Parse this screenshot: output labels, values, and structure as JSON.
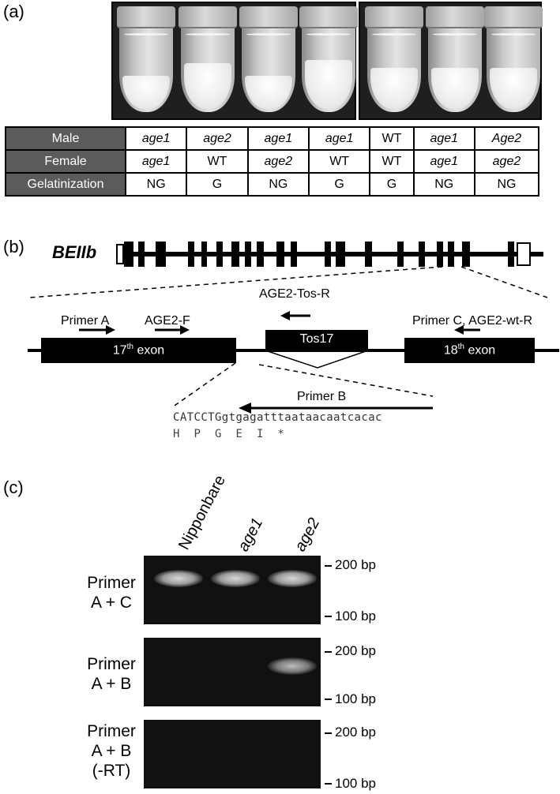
{
  "panels": {
    "a": "(a)",
    "b": "(b)",
    "c": "(c)"
  },
  "cross_table": {
    "rows": [
      {
        "header": "Male",
        "cells": [
          "age1",
          "age2",
          "age1",
          "age1",
          "WT",
          "age1",
          "Age2"
        ],
        "italic": [
          true,
          true,
          true,
          true,
          false,
          true,
          true
        ]
      },
      {
        "header": "Female",
        "cells": [
          "age1",
          "WT",
          "age2",
          "WT",
          "WT",
          "age1",
          "age2"
        ],
        "italic": [
          true,
          false,
          true,
          false,
          false,
          true,
          true
        ]
      },
      {
        "header": "Gelatinization",
        "cells": [
          "NG",
          "G",
          "NG",
          "G",
          "G",
          "NG",
          "NG"
        ],
        "italic": [
          false,
          false,
          false,
          false,
          false,
          false,
          false
        ]
      }
    ]
  },
  "tubes": {
    "levels": [
      0.42,
      0.58,
      0.42,
      0.62,
      0.52,
      0.52,
      0.52
    ]
  },
  "gene_diagram": {
    "gene_name": "BEIIb",
    "primer_a": "Primer A",
    "age2_f": "AGE2-F",
    "age2_tos_r": "AGE2-Tos-R",
    "tos17": "Tos17",
    "primer_c": "Primer C, AGE2-wt-R",
    "exon17": "17",
    "exon18": "18",
    "exon_sup": "th",
    "exon_word": " exon",
    "primer_b": "Primer B",
    "sequence": "CATCCTGgtgagatttaataacaatcacac",
    "translation": "H  P  G  E  I  *"
  },
  "gel": {
    "lanes": [
      "Nipponbare",
      "age1",
      "age2"
    ],
    "lane_italic": [
      false,
      true,
      true
    ],
    "rows": [
      {
        "label_lines": [
          "Primer",
          "A + C"
        ],
        "bands": [
          1,
          1,
          1
        ]
      },
      {
        "label_lines": [
          "Primer",
          "A + B"
        ],
        "bands": [
          0,
          0,
          1
        ]
      },
      {
        "label_lines": [
          "Primer",
          "A + B",
          "(-RT)"
        ],
        "bands": [
          0,
          0,
          0
        ]
      }
    ],
    "marker_high": "200 bp",
    "marker_low": "100 bp"
  }
}
